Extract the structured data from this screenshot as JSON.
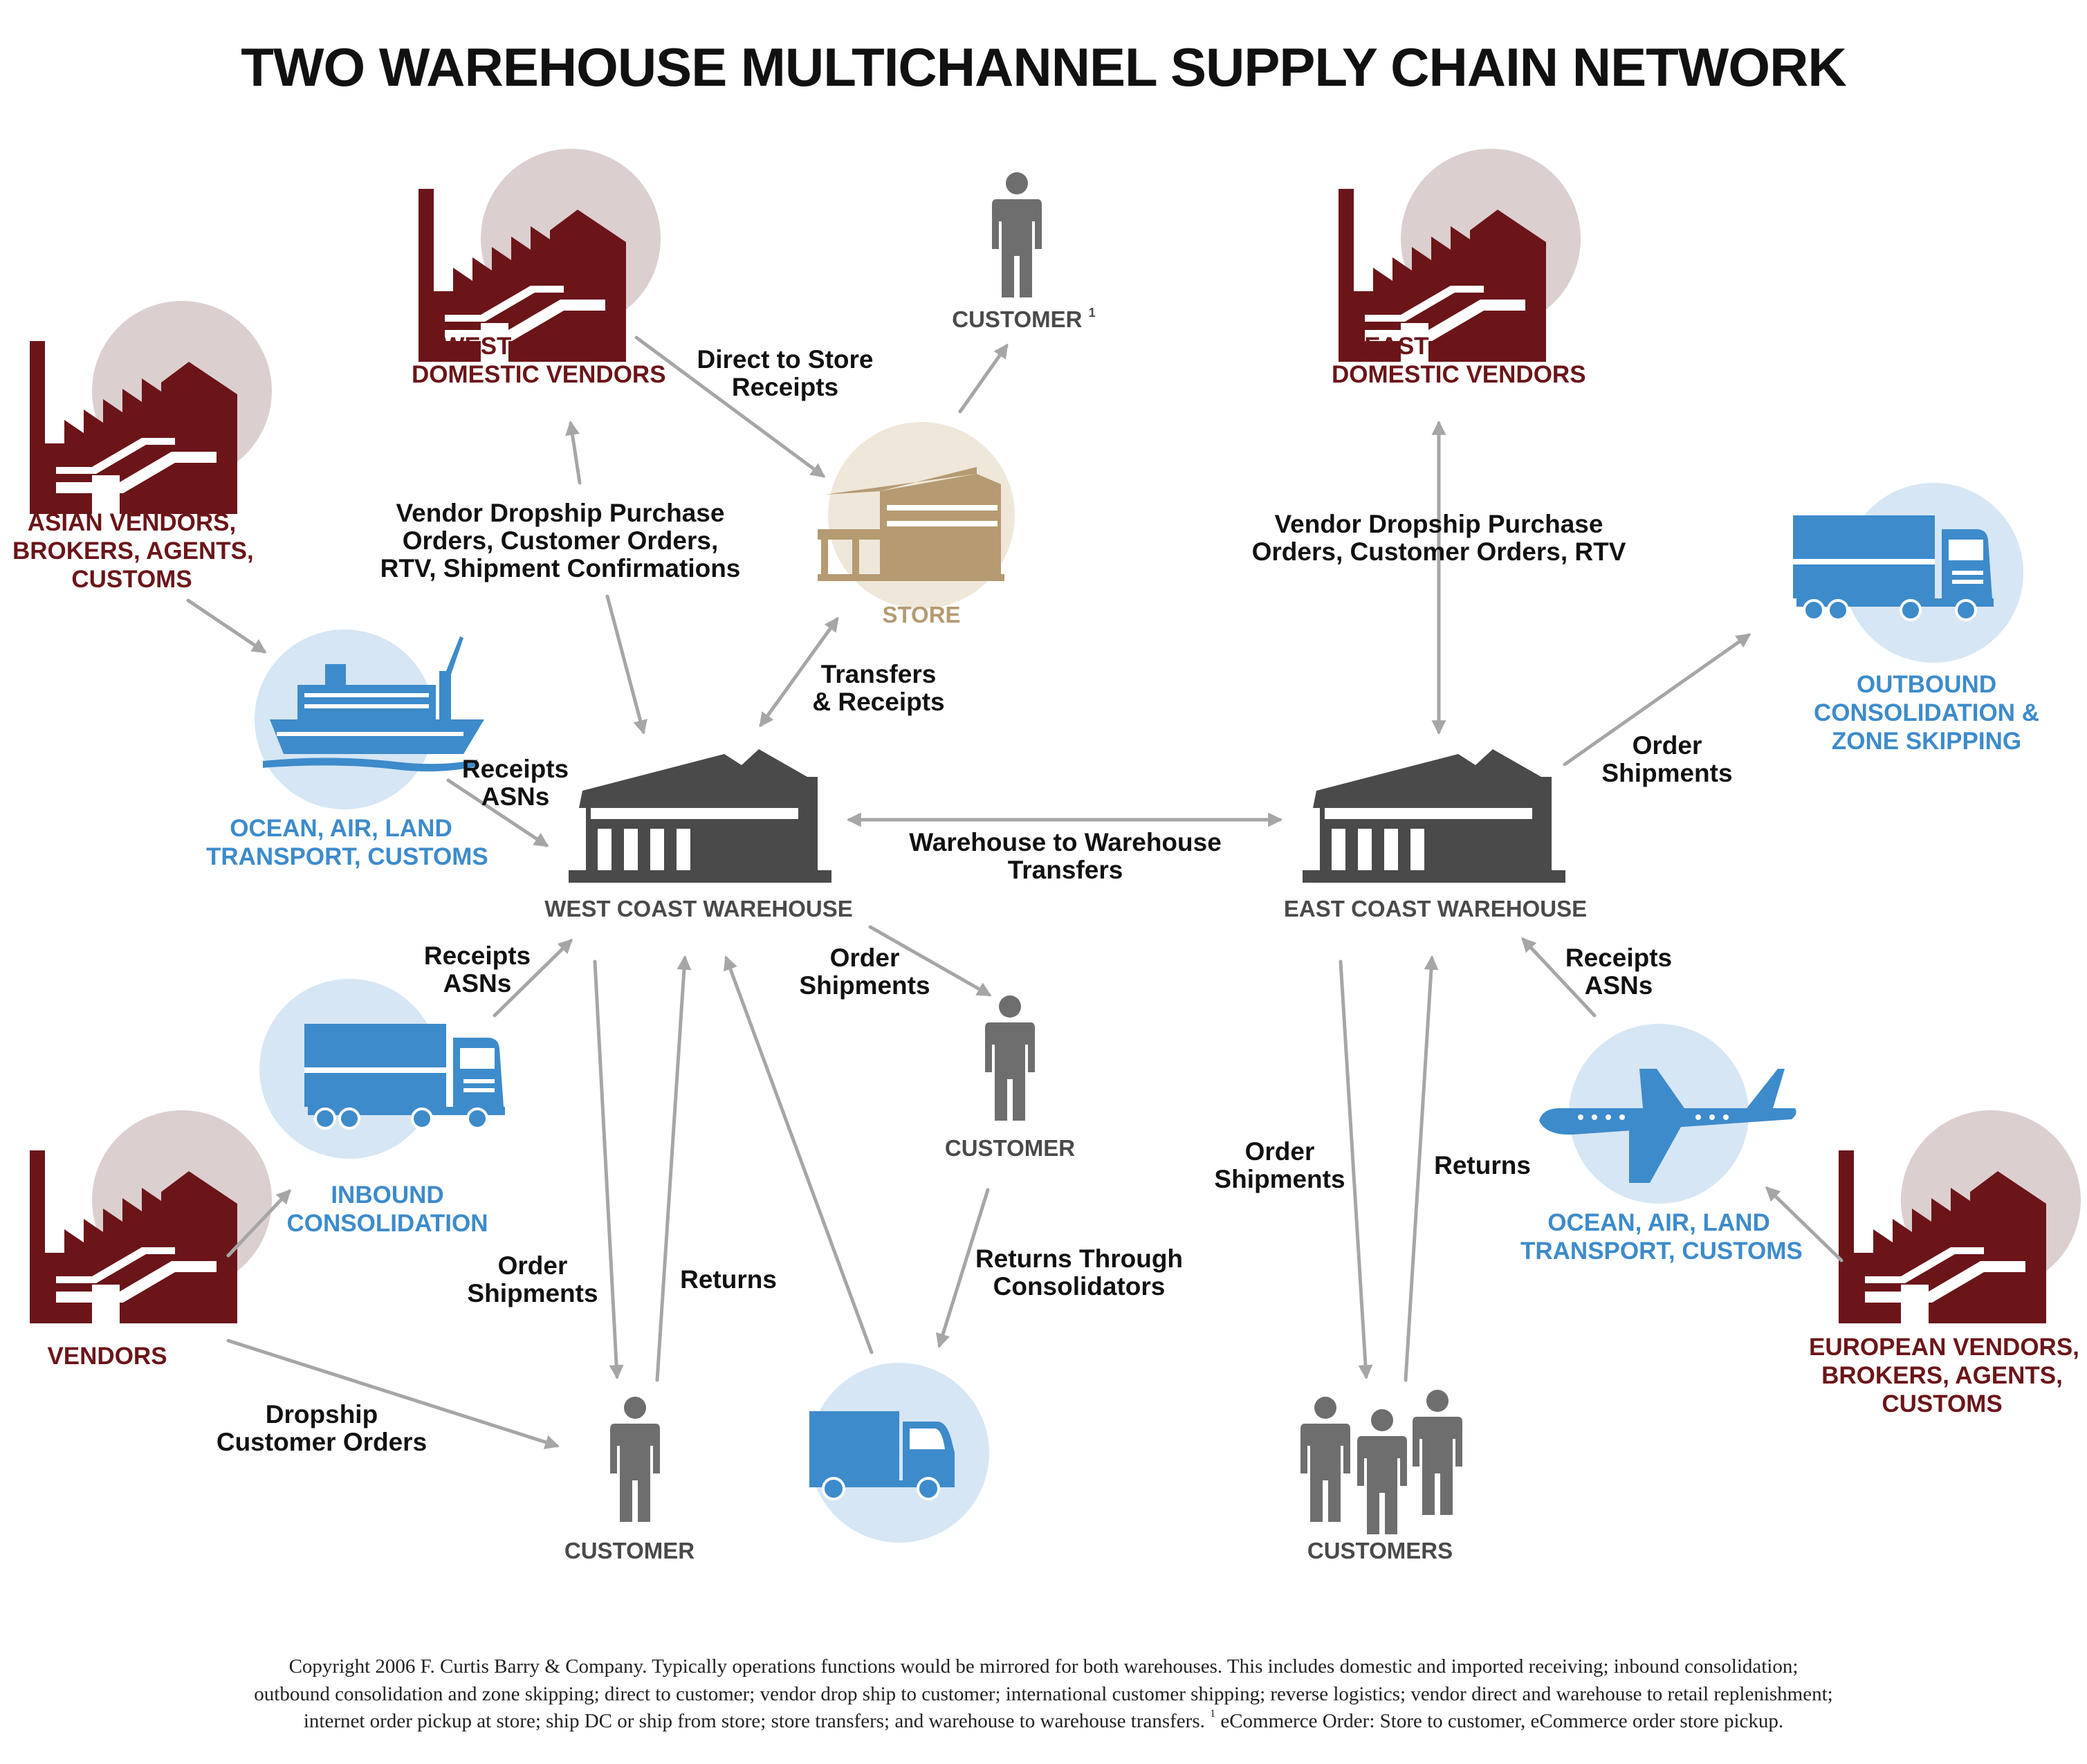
{
  "title": "TWO WAREHOUSE MULTICHANNEL SUPPLY CHAIN NETWORK",
  "nodes": {
    "west_vendors": {
      "line1": "WEST COAST",
      "line2": "DOMESTIC VENDORS"
    },
    "east_vendors": {
      "line1": "EAST COAST",
      "line2": "DOMESTIC VENDORS"
    },
    "asian_vendors": {
      "line1": "ASIAN VENDORS,",
      "line2": "BROKERS, AGENTS,",
      "line3": "CUSTOMS"
    },
    "european_vendors": {
      "line1": "EUROPEAN VENDORS,",
      "line2": "BROKERS, AGENTS,",
      "line3": "CUSTOMS"
    },
    "vendors": {
      "label": "VENDORS"
    },
    "ocean_west": {
      "line1": "OCEAN, AIR, LAND",
      "line2": "TRANSPORT, CUSTOMS"
    },
    "ocean_east": {
      "line1": "OCEAN, AIR, LAND",
      "line2": "TRANSPORT, CUSTOMS"
    },
    "inbound": {
      "line1": "INBOUND",
      "line2": "CONSOLIDATION"
    },
    "outbound": {
      "line1": "OUTBOUND",
      "line2": "CONSOLIDATION &",
      "line3": "ZONE SKIPPING"
    },
    "store": {
      "label": "STORE"
    },
    "west_warehouse": {
      "label": "WEST COAST WAREHOUSE"
    },
    "east_warehouse": {
      "label": "EAST COAST WAREHOUSE"
    },
    "customer_store": {
      "label": "CUSTOMER",
      "note": "1"
    },
    "customer_mid": {
      "label": "CUSTOMER"
    },
    "customer_bottom": {
      "label": "CUSTOMER"
    },
    "customers": {
      "label": "CUSTOMERS"
    }
  },
  "edges": {
    "direct_to_store": {
      "line1": "Direct to Store",
      "line2": "Receipts"
    },
    "vendor_dropship_west": {
      "line1": "Vendor Dropship Purchase",
      "line2": "Orders,  Customer Orders,",
      "line3": "RTV, Shipment Confirmations"
    },
    "vendor_dropship_east": {
      "line1": "Vendor Dropship Purchase",
      "line2": "Orders,  Customer Orders, RTV"
    },
    "transfers_receipts": {
      "line1": "Transfers",
      "line2": "& Receipts"
    },
    "receipts_asns_ocean": {
      "line1": "Receipts",
      "line2": "ASNs"
    },
    "receipts_asns_inbound": {
      "line1": "Receipts",
      "line2": "ASNs"
    },
    "receipts_asns_east": {
      "line1": "Receipts",
      "line2": "ASNs"
    },
    "wh_to_wh": {
      "line1": "Warehouse to Warehouse",
      "line2": "Transfers"
    },
    "order_shipments_outbound": {
      "line1": "Order",
      "line2": "Shipments"
    },
    "order_shipments_customer": {
      "line1": "Order",
      "line2": "Shipments"
    },
    "order_shipments_bottom": {
      "line1": "Order",
      "line2": "Shipments"
    },
    "order_shipments_east": {
      "line1": "Order",
      "line2": "Shipments"
    },
    "returns_west": {
      "label": "Returns"
    },
    "returns_east": {
      "label": "Returns"
    },
    "returns_consolidators": {
      "line1": "Returns Through",
      "line2": "Consolidators"
    },
    "dropship_customer_orders": {
      "line1": "Dropship",
      "line2": "Customer Orders"
    }
  },
  "footer": {
    "line1": "Copyright 2006 F. Curtis Barry & Company. Typically operations functions would be mirrored for both warehouses. This includes domestic and imported receiving; inbound consolidation;",
    "line2": "outbound consolidation and zone skipping; direct to customer; vendor drop ship to customer; international customer shipping; reverse logistics; vendor direct and warehouse to retail replenishment;",
    "line3": "internet order pickup at store; ship DC or ship from store; store transfers; and warehouse to warehouse transfers.",
    "note_mark": "1",
    "line3b": "eCommerce Order: Store to customer, eCommerce order store pickup."
  },
  "colors": {
    "factory": "#6b1519",
    "factory_circle": "#dccfcf",
    "transport": "#3d8bcb",
    "transport_circle": "#d6e6f4",
    "store": "#b59a72",
    "store_circle": "#efe7da",
    "warehouse": "#4a4a4a",
    "arrow": "#a6a6a6",
    "person": "#6e6e6e"
  },
  "icons": {
    "factory": "factory-icon",
    "ship": "ship-icon",
    "truck": "truck-icon",
    "van": "van-icon",
    "plane": "plane-icon",
    "store": "store-icon",
    "warehouse": "warehouse-icon",
    "person": "person-icon"
  }
}
